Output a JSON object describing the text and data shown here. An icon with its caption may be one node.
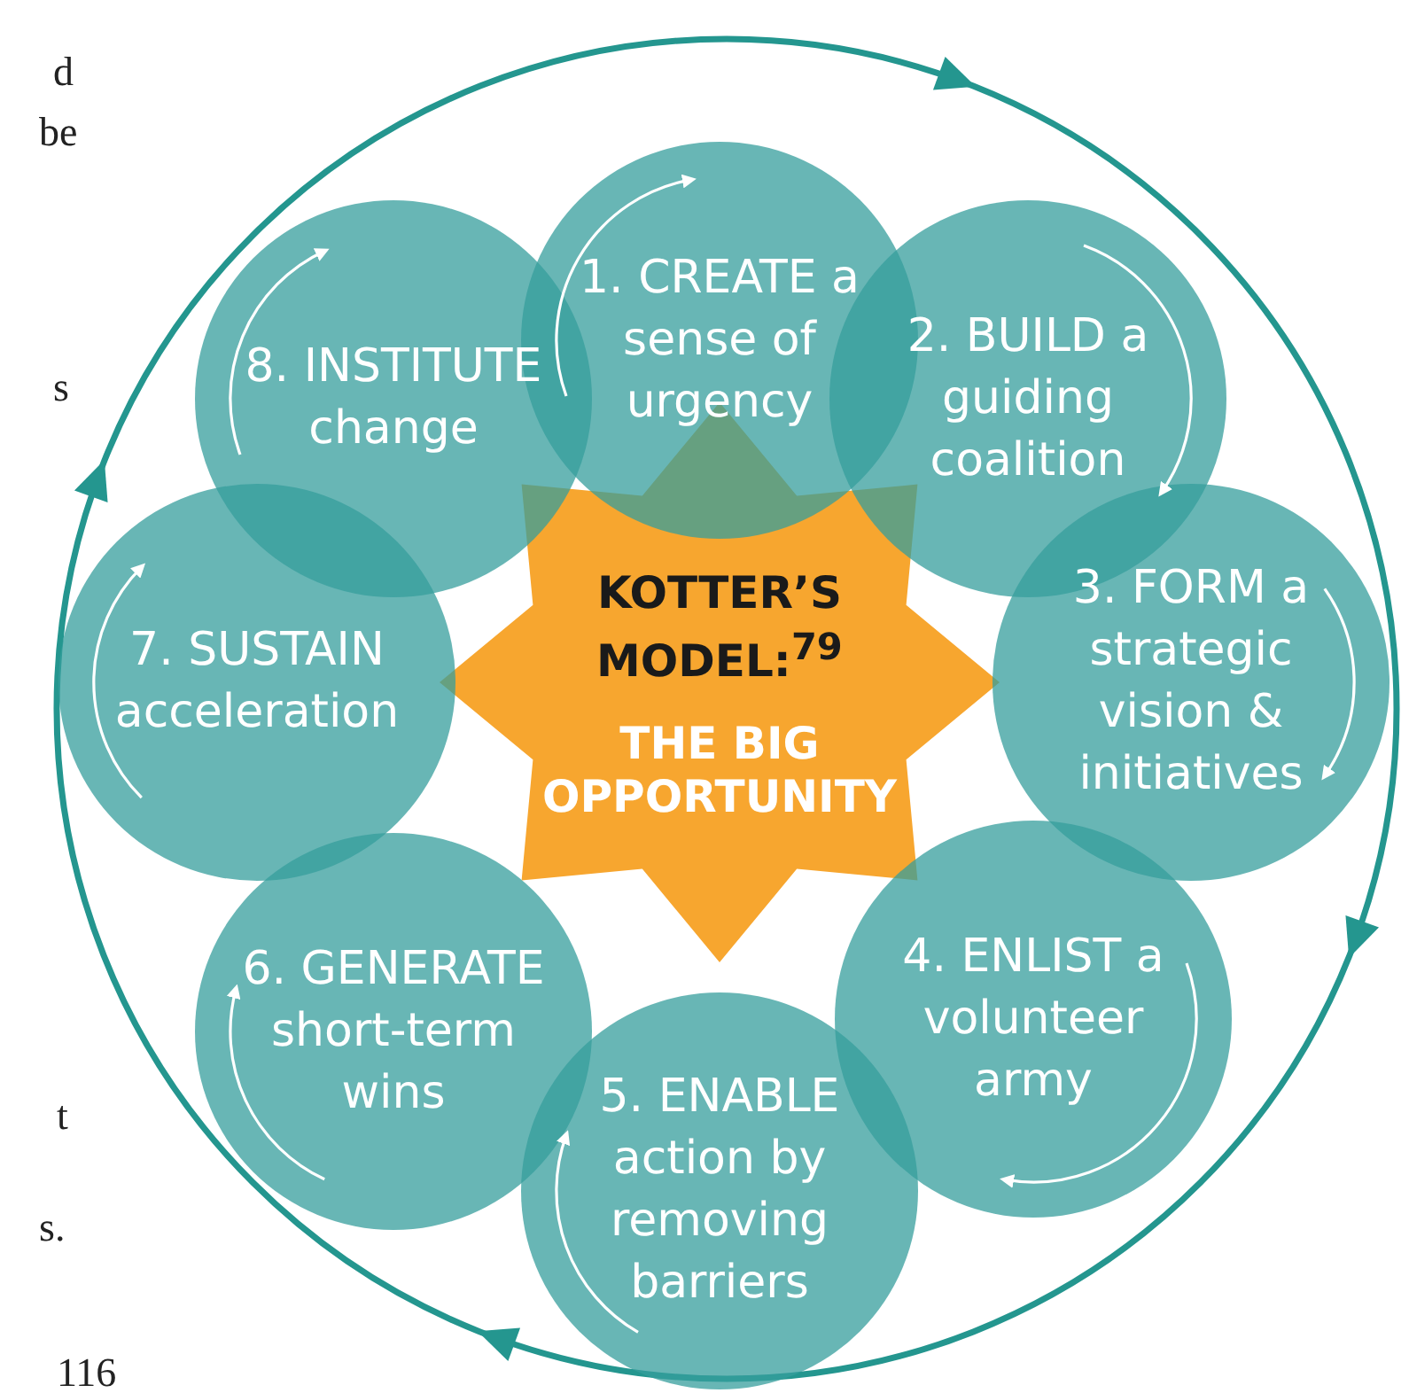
{
  "diagram": {
    "nodes": [
      {
        "text": [
          "KOTTER’S MODEL:$^{79}$",
          "THE BIG OPPORTUNITY"
        ]
      },
      {
        "text": [
          "1. CREATE a sense of urgency"
        ]
      },
      {
        "text": [
          "2. BUILD a guiding coalition"
        ]
      },
      {
        "text": [
          "3. FORM a strategic vision & initiatives"
        ]
      },
      {
        "text": [
          "4. ENLIST a volunteer army"
        ]
      },
      {
        "text": [
          "5. ENABLE action by removing barriers"
        ]
      },
      {
        "text": [
          "6. GENERATE short-term wins"
        ]
      },
      {
        "text": [
          "7. SUSTAIN acceleration"
        ]
      },
      {
        "text": [
          "8. INSTITUTE change"
        ]
      }
    ],
    "labels": [
      "d",
      "be",
      "s",
      "t",
      "s.",
      "116"
    ]
  }
}
